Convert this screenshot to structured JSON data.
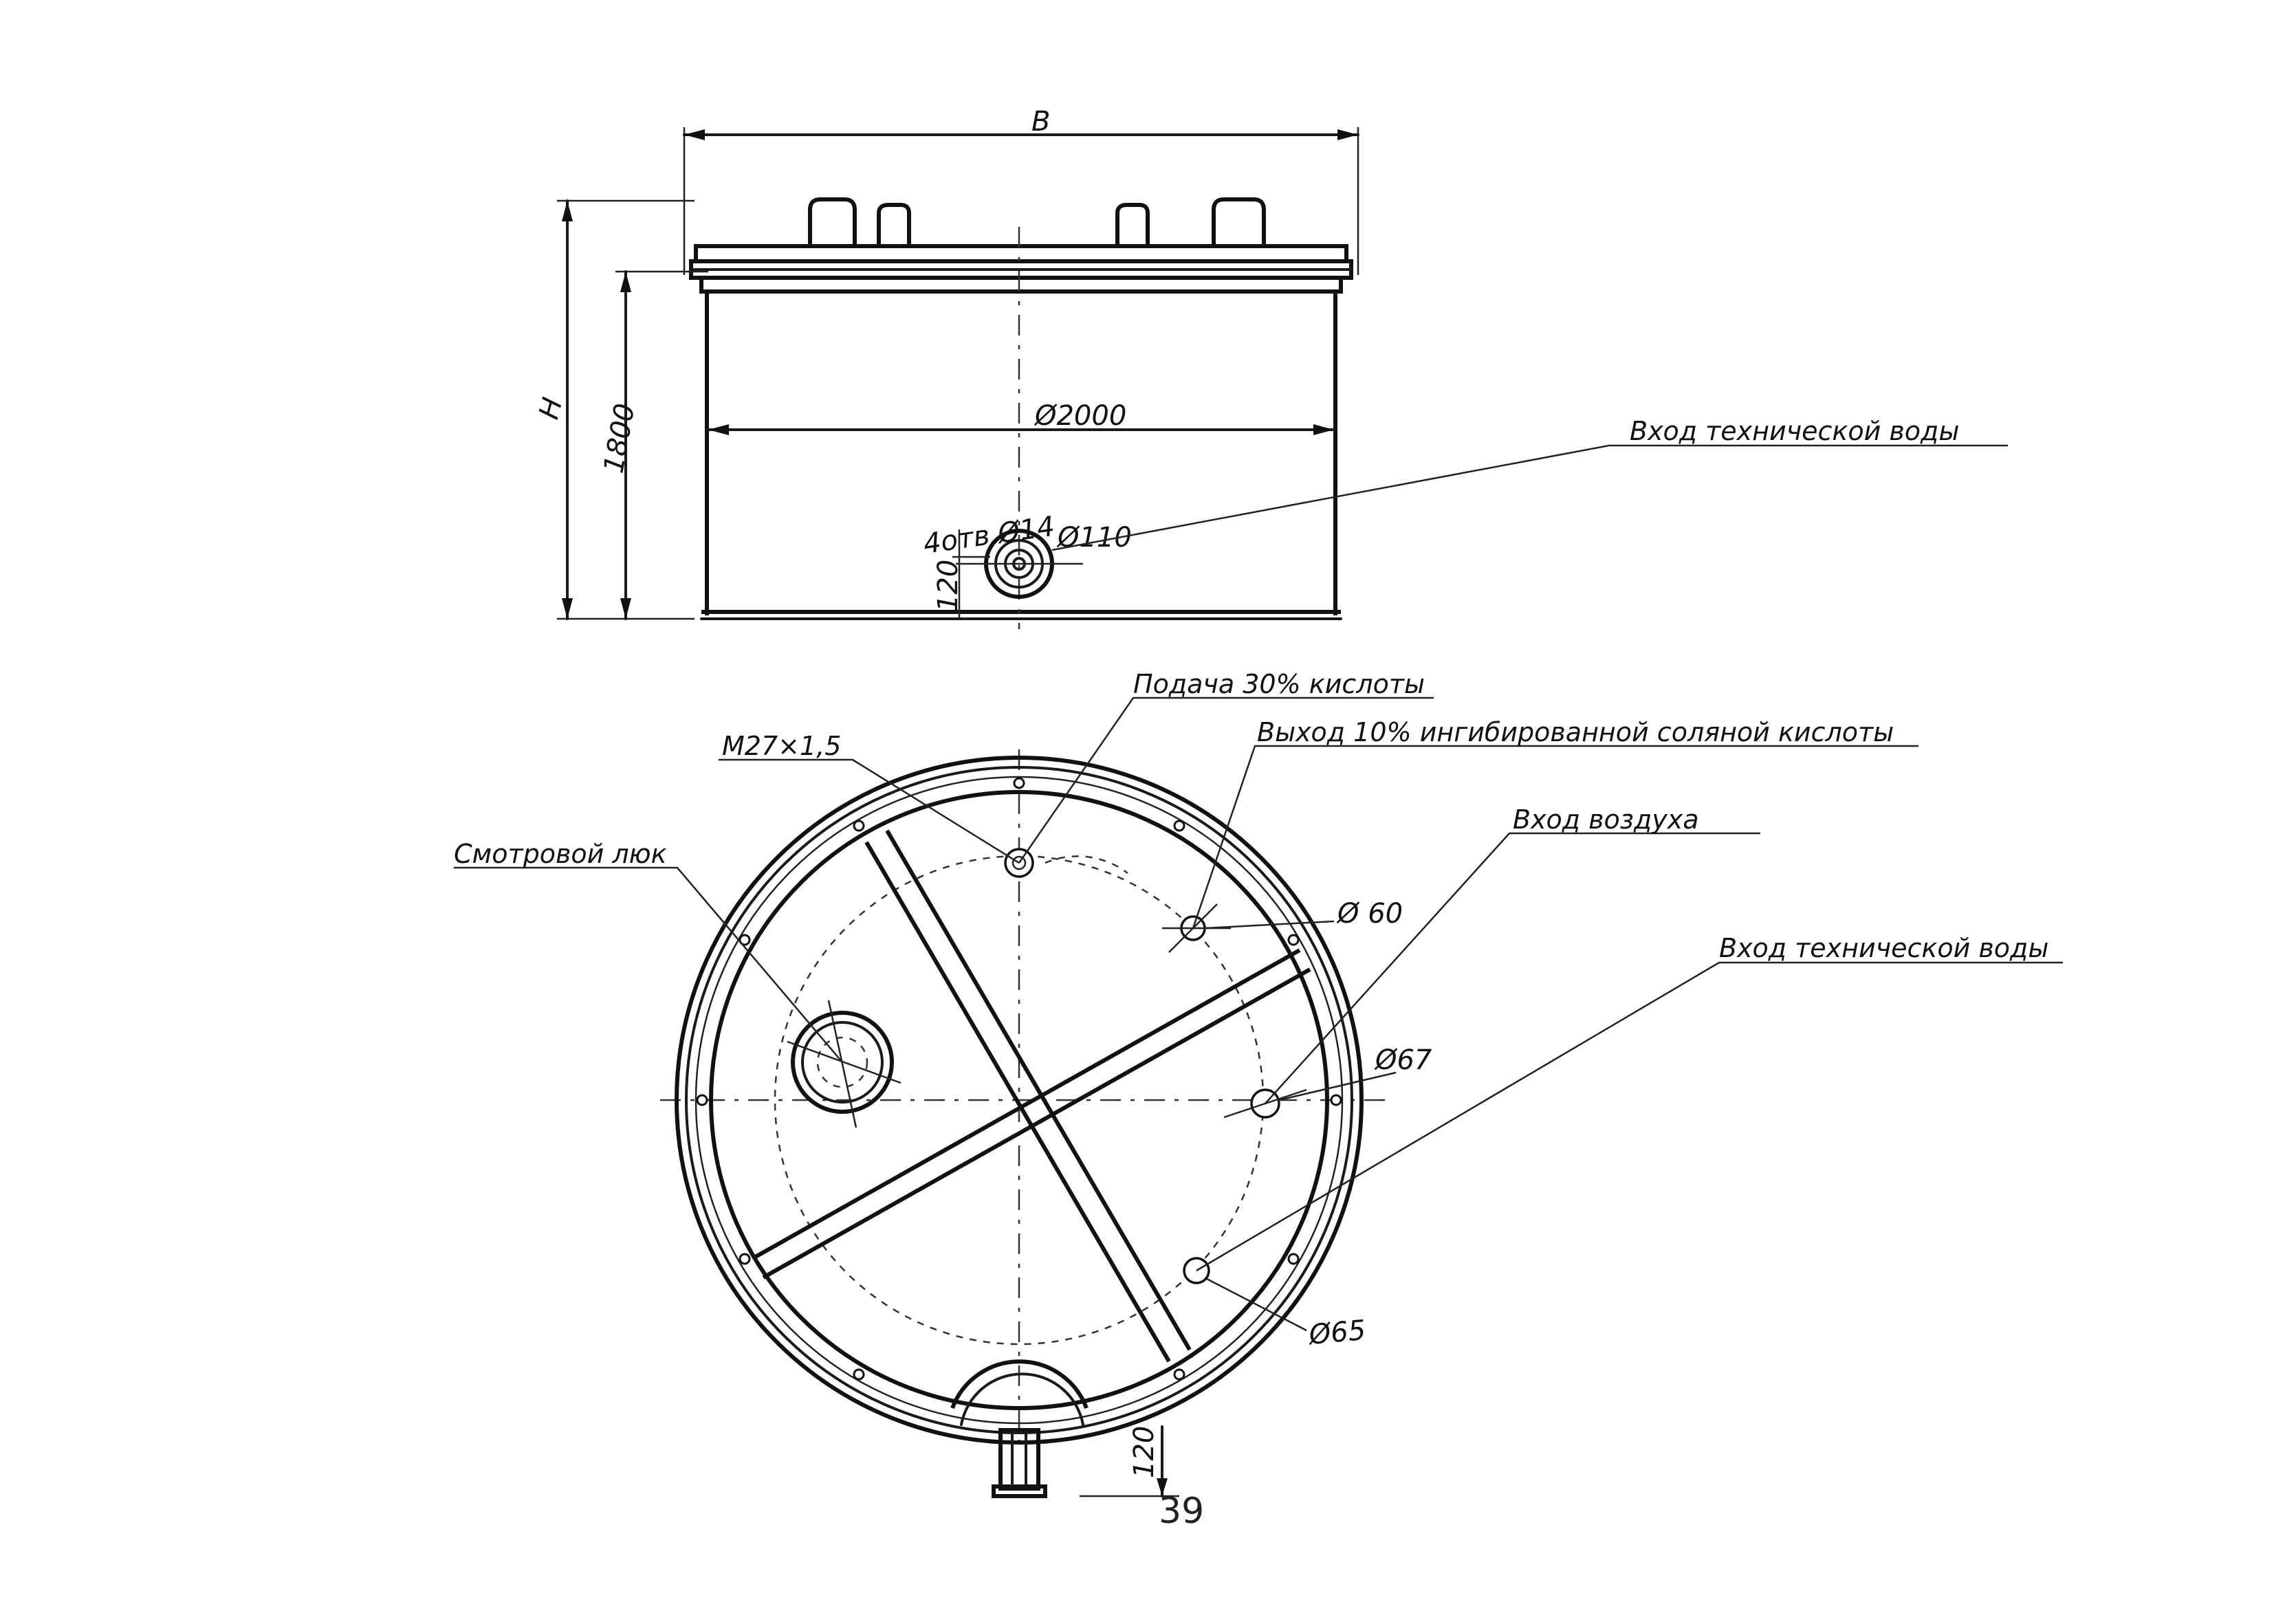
{
  "elevation": {
    "dim_width": "B",
    "dim_height": "H",
    "dim_body_height": "1800",
    "dim_diameter": "Ø2000",
    "dim_nozzle_holes": "4отв.Ø14",
    "dim_nozzle": "Ø110",
    "dim_nozzle_height": "120",
    "label_water_inlet": "Вход технической воды"
  },
  "plan": {
    "label_acid_feed": "Подача 30% кислоты",
    "label_acid_outlet": "Выход 10% ингибированной соляной кислоты",
    "label_air_inlet": "Вход воздуха",
    "label_water_inlet": "Вход технической воды",
    "label_manhole": "Смотровой люк",
    "label_thread": "М27×1,5",
    "dim_d60": "Ø 60",
    "dim_d67": "Ø67",
    "dim_d65": "Ø65",
    "dim_120": "120"
  },
  "page_number": "39"
}
